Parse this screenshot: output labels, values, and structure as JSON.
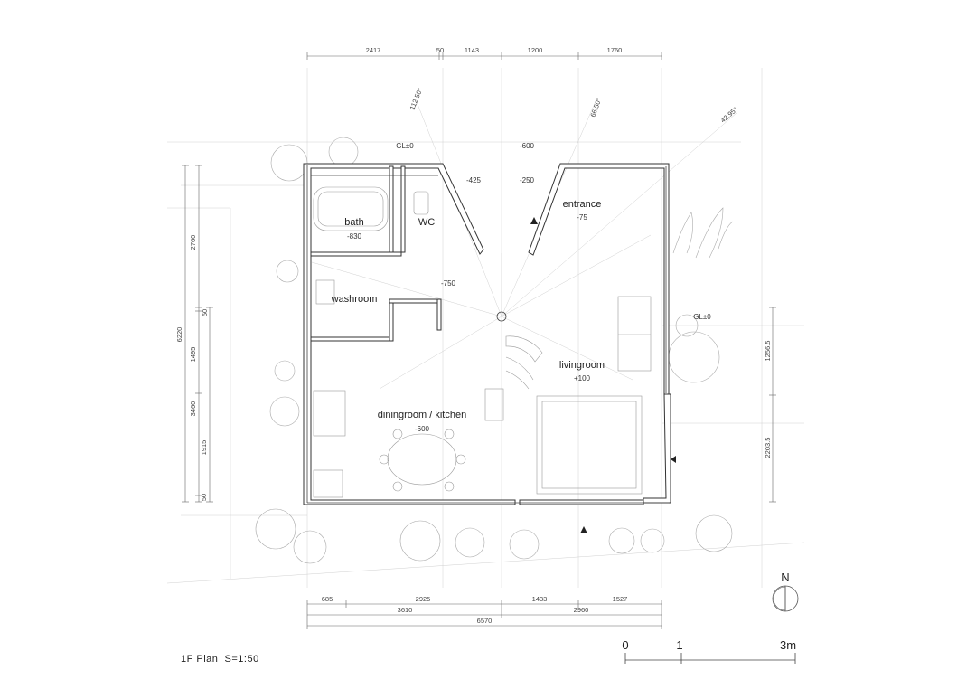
{
  "title": "1F Plan  S=1:50",
  "rooms": {
    "bath": {
      "label": "bath",
      "level": "-830"
    },
    "wc": {
      "label": "WC"
    },
    "entrance": {
      "label": "entrance",
      "level": "-75"
    },
    "washroom": {
      "label": "washroom",
      "level": "-750"
    },
    "livingroom": {
      "label": "livingroom",
      "level": "+100"
    },
    "dining": {
      "label": "diningroom / kitchen",
      "level": "-600"
    }
  },
  "levels": {
    "gl_top": "GL±0",
    "gl_right": "GL±0",
    "top_600": "-600",
    "top_425": "-425",
    "top_250": "-250"
  },
  "angles": {
    "a1": "112.50°",
    "a2": "66.50°",
    "a3": "42.95°"
  },
  "dims": {
    "top": [
      "2417",
      "50",
      "1143",
      "1200",
      "1760"
    ],
    "left_outer": "6220",
    "left_inner": [
      "2760",
      "50",
      "1495",
      "3460",
      "1915",
      "50"
    ],
    "right": [
      "1256.5",
      "2203.5"
    ],
    "bottom_row1": [
      "685",
      "2925",
      "1433",
      "1527"
    ],
    "bottom_row2": [
      "3610",
      "2960"
    ],
    "bottom_total": "6570"
  },
  "north": "N",
  "scale_bar": {
    "labels": [
      "0",
      "1",
      "3m"
    ]
  }
}
